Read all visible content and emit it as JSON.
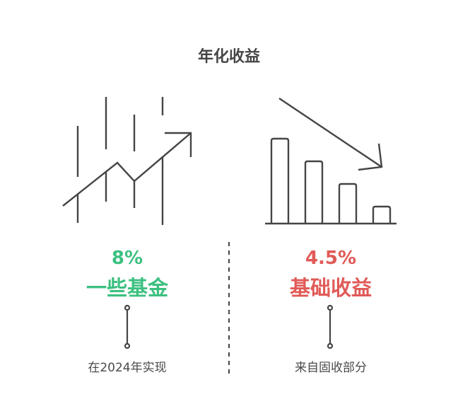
{
  "title": "年化收益",
  "colors": {
    "text": "#454545",
    "left_accent": "#3cc080",
    "right_accent": "#e05a57",
    "icon_stroke": "#454545"
  },
  "left": {
    "icon": "rising-trend-arrow-icon",
    "value": "8%",
    "label": "一些基金",
    "caption": "在2024年实现"
  },
  "right": {
    "icon": "declining-bar-chart-icon",
    "value": "4.5%",
    "label": "基础收益",
    "caption": "来自固收部分"
  }
}
